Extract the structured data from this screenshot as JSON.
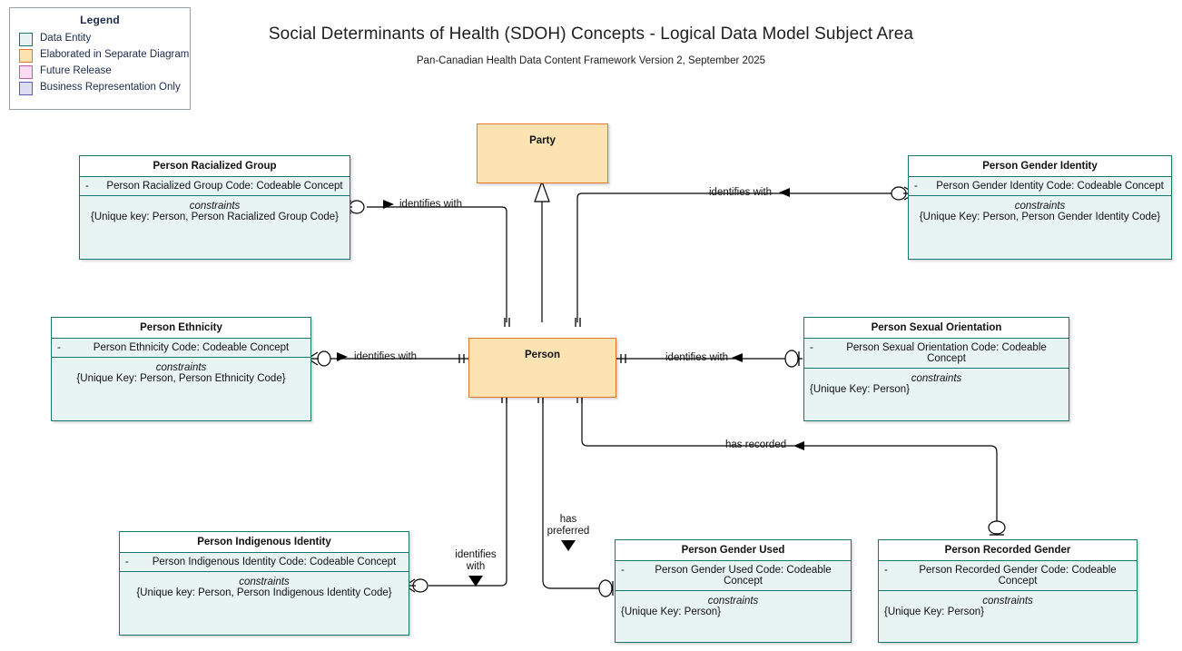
{
  "header": {
    "title": "Social Determinants of Health (SDOH) Concepts - Logical Data Model Subject Area",
    "subtitle": "Pan-Canadian Health Data Content Framework Version 2, September 2025"
  },
  "legend": {
    "title": "Legend",
    "items": [
      {
        "label": "Data Entity",
        "fill": "#e8f4f2",
        "stroke": "#16776c"
      },
      {
        "label": "Elaborated in Separate Diagram",
        "fill": "#fde3b2",
        "stroke": "#e0762c"
      },
      {
        "label": "Future Release",
        "fill": "#fbdcf3",
        "stroke": "#c45bb0"
      },
      {
        "label": "Business Representation Only",
        "fill": "#dcdcf5",
        "stroke": "#5a5ac0"
      }
    ]
  },
  "palette": {
    "entity_fill": "#e8f4f2",
    "entity_stroke": "#16776c",
    "entity_header_fill": "#ffffff",
    "elaborated_fill": "#fde3b2",
    "elaborated_stroke": "#e0762c",
    "line": "#000000",
    "title_text": "#202020",
    "legend_text": "#1b2a4a"
  },
  "elaborated_entities": [
    {
      "id": "party",
      "name": "Party"
    },
    {
      "id": "person",
      "name": "Person"
    }
  ],
  "entities": [
    {
      "id": "person-racialized-group",
      "name": "Person Racialized Group",
      "attributes": [
        {
          "visibility": "-",
          "text": "Person Racialized Group Code: Codeable Concept"
        }
      ],
      "constraints_keyword": "constraints",
      "constraints_text": "{Unique key: Person, Person Racialized Group Code}",
      "constraints_align": "center"
    },
    {
      "id": "person-gender-identity",
      "name": "Person Gender Identity",
      "attributes": [
        {
          "visibility": "-",
          "text": "Person Gender Identity Code: Codeable Concept"
        }
      ],
      "constraints_keyword": "constraints",
      "constraints_text": "{Unique Key: Person, Person Gender Identity Code}",
      "constraints_align": "center"
    },
    {
      "id": "person-ethnicity",
      "name": "Person Ethnicity",
      "attributes": [
        {
          "visibility": "-",
          "text": "Person Ethnicity Code: Codeable Concept"
        }
      ],
      "constraints_keyword": "constraints",
      "constraints_text": "{Unique Key: Person, Person Ethnicity Code}",
      "constraints_align": "center"
    },
    {
      "id": "person-sexual-orientation",
      "name": "Person Sexual Orientation",
      "attributes": [
        {
          "visibility": "-",
          "text": "Person Sexual Orientation Code: Codeable Concept"
        }
      ],
      "constraints_keyword": "constraints",
      "constraints_text": "{Unique Key: Person}",
      "constraints_align": "left"
    },
    {
      "id": "person-indigenous-identity",
      "name": "Person Indigenous Identity",
      "attributes": [
        {
          "visibility": "-",
          "text": "Person Indigenous Identity Code: Codeable Concept"
        }
      ],
      "constraints_keyword": "constraints",
      "constraints_text": "{Unique key: Person, Person Indigenous Identity Code}",
      "constraints_align": "center"
    },
    {
      "id": "person-gender-used",
      "name": "Person Gender Used",
      "attributes": [
        {
          "visibility": "-",
          "text": "Person Gender Used Code: Codeable Concept"
        }
      ],
      "constraints_keyword": "constraints",
      "constraints_text": "{Unique Key: Person}",
      "constraints_align": "left"
    },
    {
      "id": "person-recorded-gender",
      "name": "Person Recorded Gender",
      "attributes": [
        {
          "visibility": "-",
          "text": "Person Recorded Gender Code: Codeable Concept"
        }
      ],
      "constraints_keyword": "constraints",
      "constraints_text": "{Unique Key: Person}",
      "constraints_align": "left"
    }
  ],
  "relationships": [
    {
      "id": "rel-racialized-group",
      "label": "identifies with",
      "direction": "left",
      "from": "person",
      "to": "person-racialized-group"
    },
    {
      "id": "rel-gender-identity",
      "label": "identifies with",
      "direction": "right",
      "from": "person",
      "to": "person-gender-identity"
    },
    {
      "id": "rel-ethnicity",
      "label": "identifies with",
      "direction": "left",
      "from": "person",
      "to": "person-ethnicity"
    },
    {
      "id": "rel-sexual-orientation",
      "label": "identifies with",
      "direction": "right",
      "from": "person",
      "to": "person-sexual-orientation"
    },
    {
      "id": "rel-indigenous-identity",
      "label": "identifies with",
      "direction": "down",
      "from": "person",
      "to": "person-indigenous-identity"
    },
    {
      "id": "rel-gender-used",
      "label": "has preferred",
      "direction": "down",
      "from": "person",
      "to": "person-gender-used"
    },
    {
      "id": "rel-recorded-gender",
      "label": "has recorded",
      "direction": "right",
      "from": "person",
      "to": "person-recorded-gender"
    },
    {
      "id": "rel-party-person",
      "label": "",
      "direction": "up",
      "from": "person",
      "to": "party"
    }
  ],
  "relationship_labels": {
    "racialized_group": "identifies with",
    "gender_identity": "identifies with",
    "ethnicity": "identifies with",
    "sexual_orientation": "identifies with",
    "indigenous_identity_line1": "identifies",
    "indigenous_identity_line2": "with",
    "gender_used_line1": "has",
    "gender_used_line2": "preferred",
    "recorded_gender": "has recorded"
  }
}
